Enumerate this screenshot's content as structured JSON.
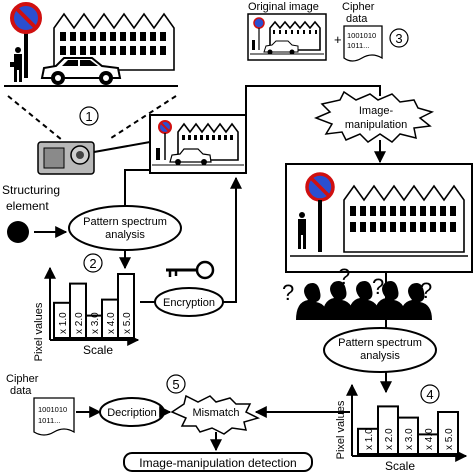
{
  "labels": {
    "original_image": "Original image",
    "cipher_data_top": "Cipher",
    "cipher_data_top2": "data",
    "plus": "+",
    "binary1": "1001010",
    "binary2": "1011...",
    "image_manipulation_1": "Image-",
    "image_manipulation_2": "manipulation",
    "structuring_1": "Structuring",
    "structuring_2": "element",
    "pattern_spectrum_1": "Pattern spectrum",
    "pattern_spectrum_2": "analysis",
    "pixel_values": "Pixel values",
    "scale": "Scale",
    "encryption": "Encryption",
    "cipher_data_left1": "Cipher",
    "cipher_data_left2": "data",
    "decription": "Decription",
    "mismatch": "Mismatch",
    "detection": "Image-manipulation detection",
    "question_mark": "?"
  },
  "steps": {
    "s1": "1",
    "s2": "2",
    "s3": "3",
    "s4": "4",
    "s5": "5"
  },
  "spectrum_ticks": [
    "x 1.0",
    "x 2.0",
    "x 3.0",
    "x 4.0",
    "x 5.0"
  ],
  "spectrum_original": [
    0.55,
    0.85,
    0.35,
    0.6,
    1.0
  ],
  "spectrum_received": [
    0.45,
    0.85,
    0.65,
    0.35,
    0.75
  ]
}
